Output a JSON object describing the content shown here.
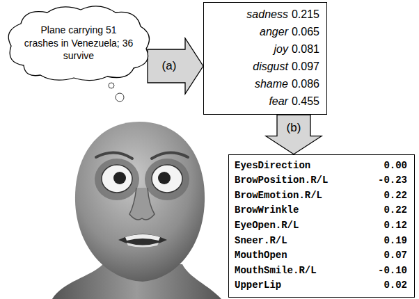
{
  "diagram": {
    "nodes": [
      {
        "text": [
          "Plane carrying 51 crashes in Venezuela; 36 survive"
        ]
      },
      {
        "text": [
          "sadness",
          "0.215",
          "anger",
          "0.065",
          "joy",
          "0.081",
          "disgust",
          "0.097",
          "shame",
          "0.086",
          "fear",
          "0.455"
        ]
      },
      {
        "text": [
          "EyesDirection",
          "0.00",
          "BrowPosition.R/L",
          "-0.23",
          "BrowEmotion.R/L",
          "0.22",
          "BrowWrinkle",
          "0.22",
          "EyeOpen.R/L",
          "0.12",
          "Sneer.R/L",
          "0.19",
          "MouthOpen",
          "0.07",
          "MouthSmile.R/L",
          "-0.10",
          "UpperLip",
          "0.02"
        ]
      }
    ],
    "edges": [
      {
        "from": 0,
        "to": 1,
        "arrow": "to",
        "label": "(a)"
      },
      {
        "from": 1,
        "to": 2,
        "arrow": "to",
        "label": "(b)"
      }
    ]
  }
}
